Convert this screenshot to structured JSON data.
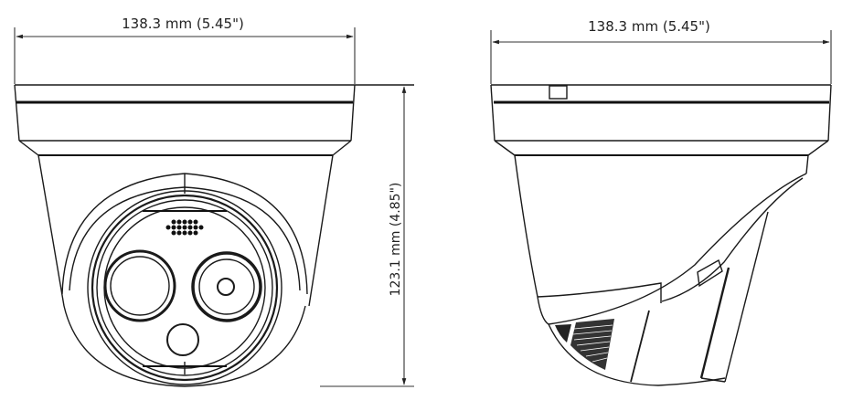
{
  "diagram": {
    "subject": "Thermal turret dome camera dimension drawing",
    "views": [
      {
        "name": "front-view",
        "width_label": "138.3 mm  (5.45\")",
        "height_label": "123.1 mm (4.85\")"
      },
      {
        "name": "side-view",
        "width_label": "138.3 mm (5.45\")"
      }
    ],
    "colors": {
      "line": "#1a1a1a",
      "background": "#ffffff"
    }
  }
}
